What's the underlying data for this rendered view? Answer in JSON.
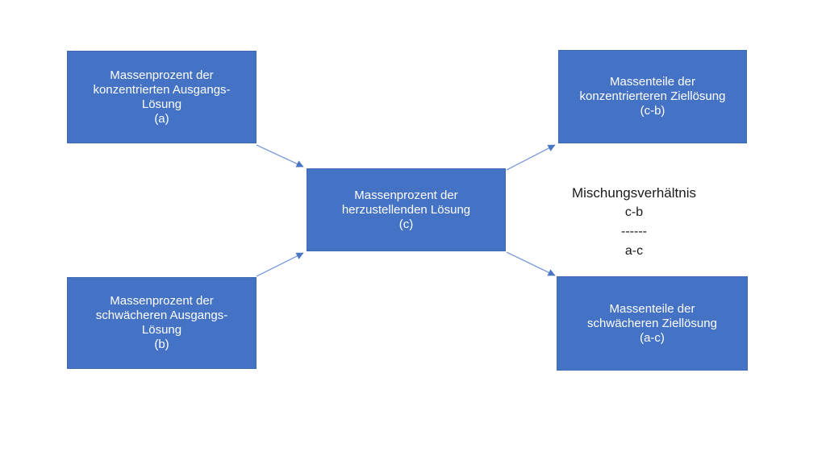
{
  "colors": {
    "box_fill": "#4472C4",
    "box_border": "#3E68B2",
    "box_text": "#FFFFFF",
    "arrow": "#7C9BD9",
    "arrow_head": "#4A77C4",
    "ratio_text": "#1A1A1A"
  },
  "boxes": {
    "a": {
      "text": "Massenprozent der\nkonzentrierten Ausgangs-\nLösung\n(a)"
    },
    "b": {
      "text": "Massenprozent der\nschwächeren Ausgangs-\nLösung\n(b)"
    },
    "c": {
      "text": "Massenprozent der\nherzustellenden Lösung\n(c)"
    },
    "cb": {
      "text": "Massenteile der\nkonzentrierteren Ziellösung\n(c-b)"
    },
    "ac": {
      "text": "Massenteile der\nschwächeren Ziellösung\n(a-c)"
    }
  },
  "ratio": {
    "title": "Mischungsverhältnis",
    "numerator": "c-b",
    "divider": "------",
    "denominator": "a-c"
  },
  "connections": [
    {
      "from": "a",
      "to": "c"
    },
    {
      "from": "b",
      "to": "c"
    },
    {
      "from": "c",
      "to": "cb"
    },
    {
      "from": "c",
      "to": "ac"
    }
  ]
}
